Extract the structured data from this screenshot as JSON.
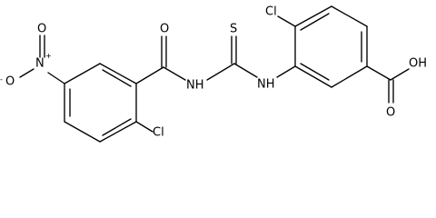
{
  "diagram_type": "chemical-structure",
  "atoms": {
    "o_minus": "O",
    "o_minus_charge": "-",
    "n_plus": "N",
    "n_plus_charge": "+",
    "nitro_o": "O",
    "amide_o": "O",
    "cl_bottom": "Cl",
    "nh_left": "NH",
    "thio_s": "S",
    "nh_right": "NH",
    "cl_top": "Cl",
    "oh": "OH",
    "acid_o": "O"
  },
  "colors": {
    "bond": "#000000",
    "label": "#000000",
    "background": "#ffffff"
  }
}
